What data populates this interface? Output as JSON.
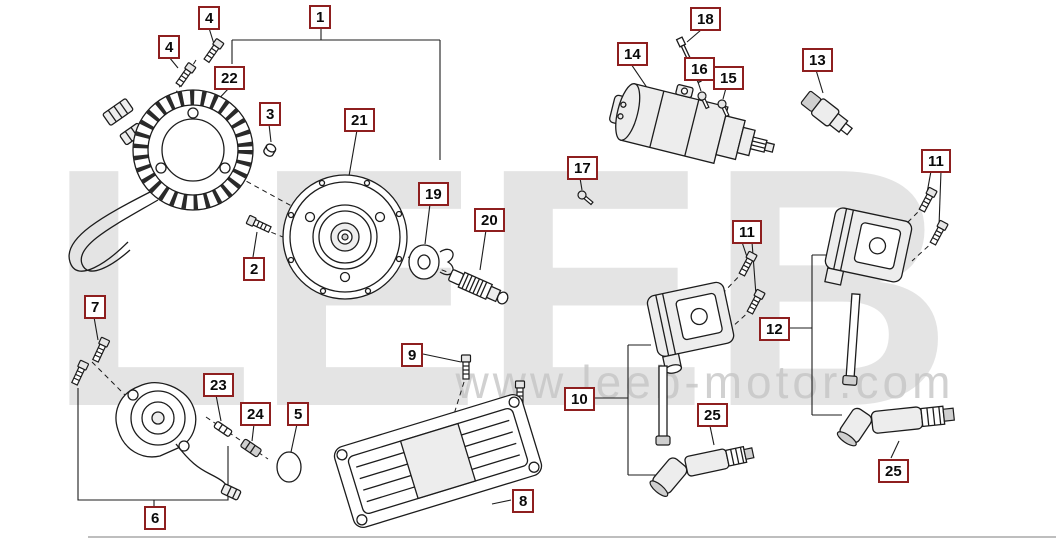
{
  "watermark": {
    "logo": "LEEB",
    "url": "www.leeb-motor.com"
  },
  "colors": {
    "callout_border": "#8e1f1f",
    "line": "#1c1c1c",
    "watermark": "#c8c8c8",
    "background": "#ffffff"
  },
  "labels": [
    {
      "text": "4"
    },
    {
      "text": "4"
    },
    {
      "text": "1"
    },
    {
      "text": "22"
    },
    {
      "text": "3"
    },
    {
      "text": "21"
    },
    {
      "text": "19"
    },
    {
      "text": "20"
    },
    {
      "text": "2"
    },
    {
      "text": "7"
    },
    {
      "text": "23"
    },
    {
      "text": "24"
    },
    {
      "text": "5"
    },
    {
      "text": "6"
    },
    {
      "text": "9"
    },
    {
      "text": "8"
    },
    {
      "text": "14"
    },
    {
      "text": "18"
    },
    {
      "text": "16"
    },
    {
      "text": "15"
    },
    {
      "text": "13"
    },
    {
      "text": "17"
    },
    {
      "text": "11"
    },
    {
      "text": "11"
    },
    {
      "text": "12"
    },
    {
      "text": "10"
    },
    {
      "text": "25"
    },
    {
      "text": "25"
    }
  ]
}
